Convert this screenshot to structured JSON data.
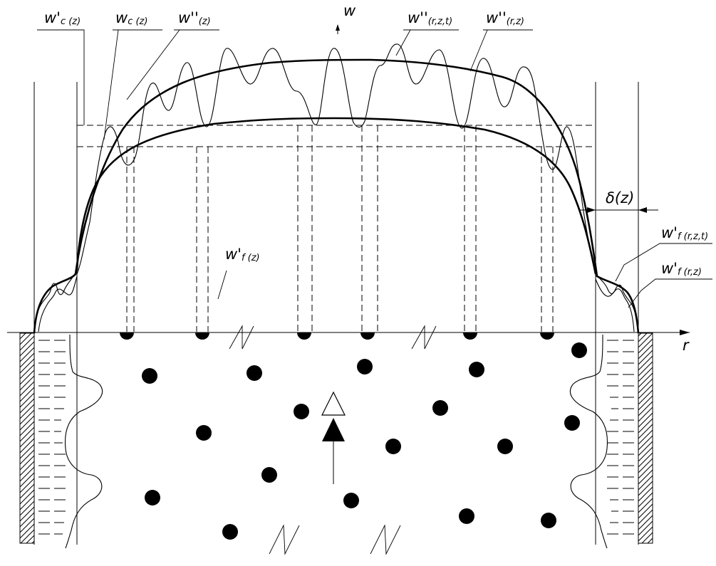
{
  "labels": {
    "wc_prime": {
      "main": "w'",
      "sub": "c (z)"
    },
    "wc": {
      "main": "w",
      "sub": "c (z)"
    },
    "w_dd_z": {
      "main": "w''",
      "sub": "(z)"
    },
    "w_axis": "w",
    "w_dd_rzt": {
      "main": "w''",
      "sub": "(r,z,t)"
    },
    "w_dd_rz": {
      "main": "w''",
      "sub": "(r,z)"
    },
    "delta": "δ(z)",
    "wf_prime_z": {
      "main": "w'",
      "sub": "f (z)"
    },
    "wf_prime_rzt": {
      "main": "w'",
      "sub": "f (r,z,t)"
    },
    "wf_prime_rz": {
      "main": "w'",
      "sub": "f (r,z)"
    },
    "r_axis": "r"
  }
}
